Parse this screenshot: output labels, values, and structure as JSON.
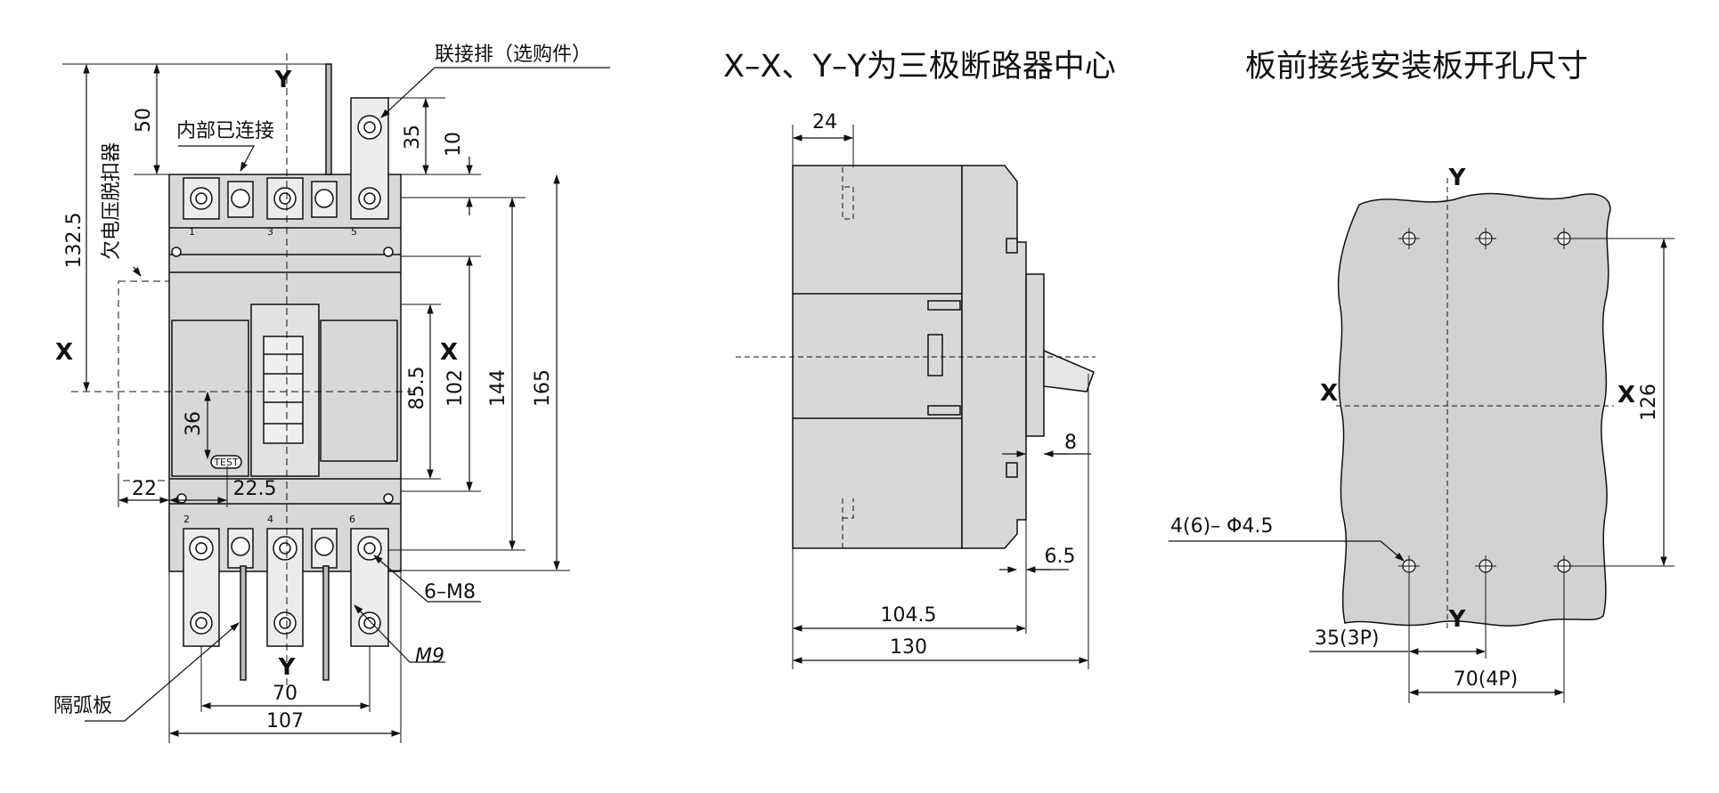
{
  "titles": {
    "center": "X–X、Y–Y为三极断路器中心",
    "right": "板前接线安装板开孔尺寸"
  },
  "front_view": {
    "axis_labels": {
      "y_top": "Y",
      "y_bottom": "Y",
      "x_left": "X",
      "x_right": "X"
    },
    "notes": {
      "connection_bar": "联接排（选购件）",
      "internal_connection": "内部已连接",
      "undervoltage_release": "欠电压脱扣器",
      "arc_barrier": "隔弧板",
      "screw_m8": "6–M8",
      "screw_m9": "M9",
      "test_button": "TEST"
    },
    "terminal_numbers": [
      "1",
      "3",
      "5",
      "2",
      "4",
      "6"
    ],
    "dimensions": {
      "d132_5": "132.5",
      "d50": "50",
      "d35": "35",
      "d10": "10",
      "d85_5": "85.5",
      "d102": "102",
      "d144": "144",
      "d165": "165",
      "d36": "36",
      "d22": "22",
      "d22_5": "22.5",
      "d70": "70",
      "d107": "107"
    }
  },
  "side_view": {
    "dimensions": {
      "d24": "24",
      "d8": "8",
      "d6_5": "6.5",
      "d104_5": "104.5",
      "d130": "130"
    }
  },
  "panel_cutout": {
    "axis_labels": {
      "y_top": "Y",
      "y_bottom": "Y",
      "x_left": "X",
      "x_right": "X"
    },
    "notes": {
      "holes": "4(6)– Φ4.5"
    },
    "dimensions": {
      "d126": "126",
      "d35_3p": "35(3P)",
      "d70_4p": "70(4P)"
    }
  },
  "colors": {
    "body_fill": "#d8d8d8",
    "panel_fill": "#d2d2d2",
    "line": "#111111"
  }
}
